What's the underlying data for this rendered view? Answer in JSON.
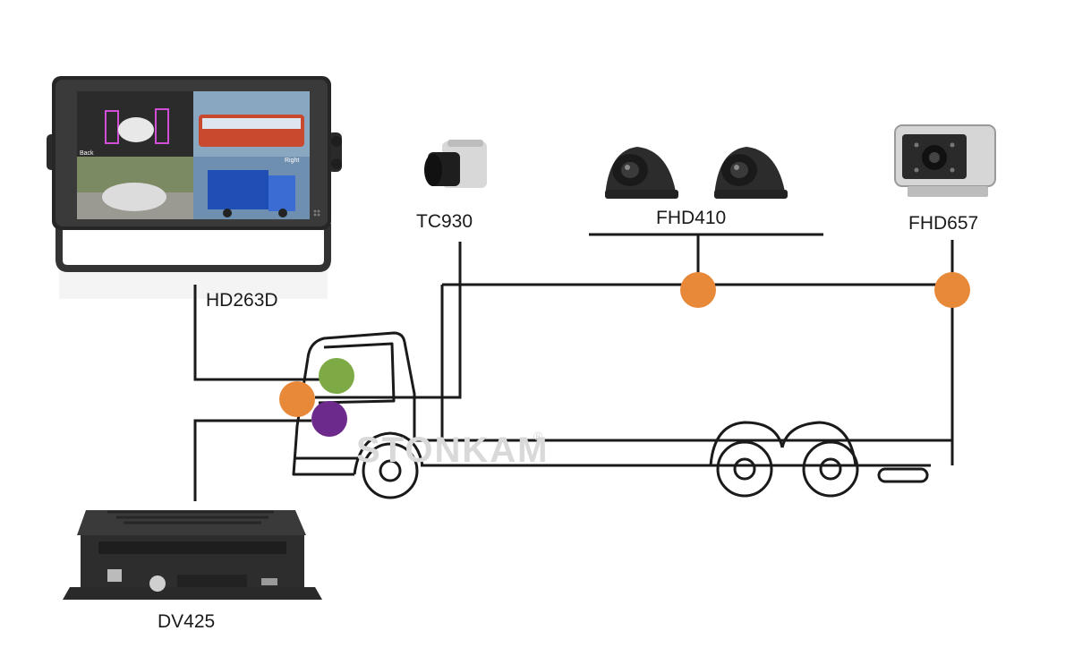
{
  "devices": {
    "monitor": {
      "label": "HD263D",
      "screen_labels": {
        "left": "Back",
        "right": "Right"
      }
    },
    "thermal_camera": {
      "label": "TC930"
    },
    "side_cameras": {
      "label": "FHD410"
    },
    "rear_camera": {
      "label": "FHD657"
    },
    "dvr": {
      "label": "DV425"
    }
  },
  "watermark": {
    "text": "STONKAM",
    "mark": "®"
  },
  "connector_colors": {
    "orange": "#e8893a",
    "green": "#7daa45",
    "purple": "#6c2a8c"
  }
}
